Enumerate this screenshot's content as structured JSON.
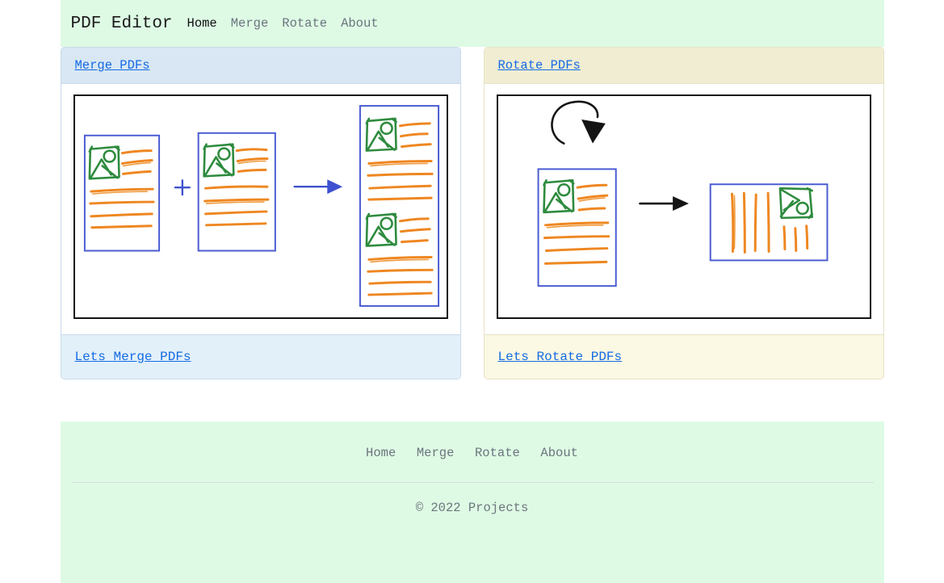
{
  "header": {
    "brand": "PDF Editor",
    "nav": [
      {
        "label": "Home",
        "active": true
      },
      {
        "label": "Merge",
        "active": false
      },
      {
        "label": "Rotate",
        "active": false
      },
      {
        "label": "About",
        "active": false
      }
    ]
  },
  "cards": [
    {
      "title": "Merge PDFs",
      "footer_link": "Lets Merge PDFs",
      "illustration": "merge-diagram",
      "theme": {
        "header_bg": "#d8e7f3",
        "footer_bg": "#e2f0f9",
        "border": "#c9dbea"
      }
    },
    {
      "title": "Rotate PDFs",
      "footer_link": "Lets Rotate PDFs",
      "illustration": "rotate-diagram",
      "theme": {
        "header_bg": "#f0edd3",
        "footer_bg": "#fbf8e3",
        "border": "#e6e2c8"
      }
    }
  ],
  "footer": {
    "nav": [
      "Home",
      "Merge",
      "Rotate",
      "About"
    ],
    "copyright": "© 2022 Projects"
  },
  "colors": {
    "page_bg": "#ffffff",
    "banner_green": "#defae5",
    "link_blue": "#146ae4",
    "nav_gray": "#6c757d",
    "nav_active": "#0f1010",
    "sketch_doc_blue": "#4a5cd2",
    "sketch_orange": "#ee8721",
    "sketch_green": "#2e8b3e",
    "sketch_black": "#141414"
  }
}
